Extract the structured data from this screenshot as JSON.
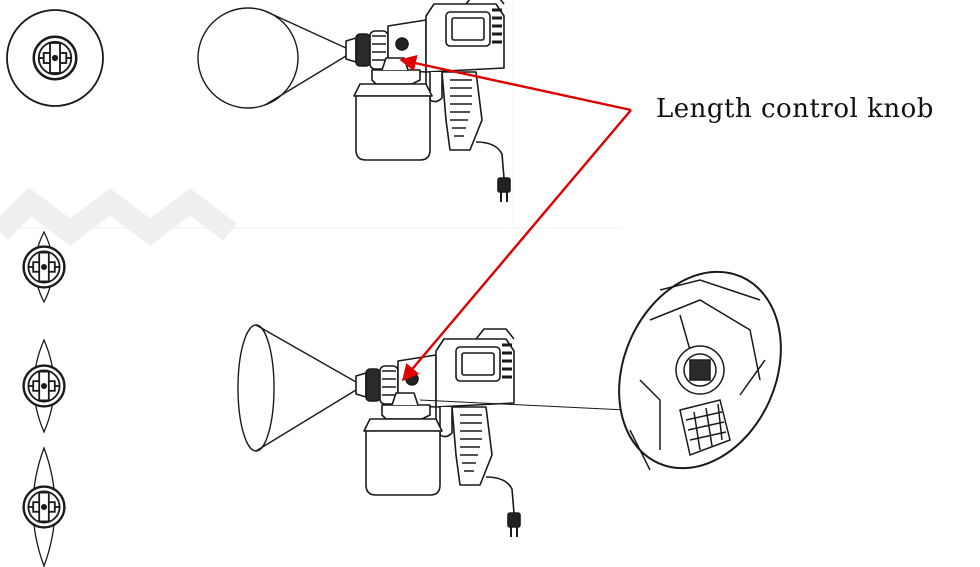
{
  "callout": {
    "label": "Length control knob",
    "arrow_color": "#e00000"
  },
  "colors": {
    "line": "#1a1a1a",
    "background": "#ffffff",
    "watermark": "#eeeeee"
  },
  "nozzle_settings": [
    {
      "name": "round-pattern"
    },
    {
      "name": "small-fan-pattern"
    },
    {
      "name": "medium-fan-pattern"
    },
    {
      "name": "large-fan-pattern"
    }
  ]
}
